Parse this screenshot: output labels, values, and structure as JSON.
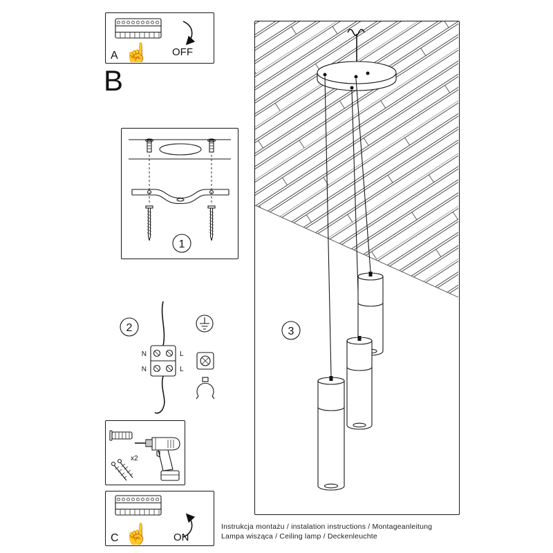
{
  "panel_a": {
    "label": "A",
    "state": "OFF"
  },
  "panel_b": {
    "label": "B"
  },
  "panel_c": {
    "label": "C",
    "state": "ON"
  },
  "steps": {
    "one": "1",
    "two": "2",
    "three": "3"
  },
  "wiring": {
    "neutral": "N",
    "live": "L"
  },
  "tools": {
    "quantity": "x2"
  },
  "icons": {
    "hand": "☝"
  },
  "footer": {
    "line1": "Instrukcja montażu / instalation instructions / Montageanleitung",
    "line2": "Lampa wisząca / Ceiling lamp / Deckenleuchte"
  }
}
